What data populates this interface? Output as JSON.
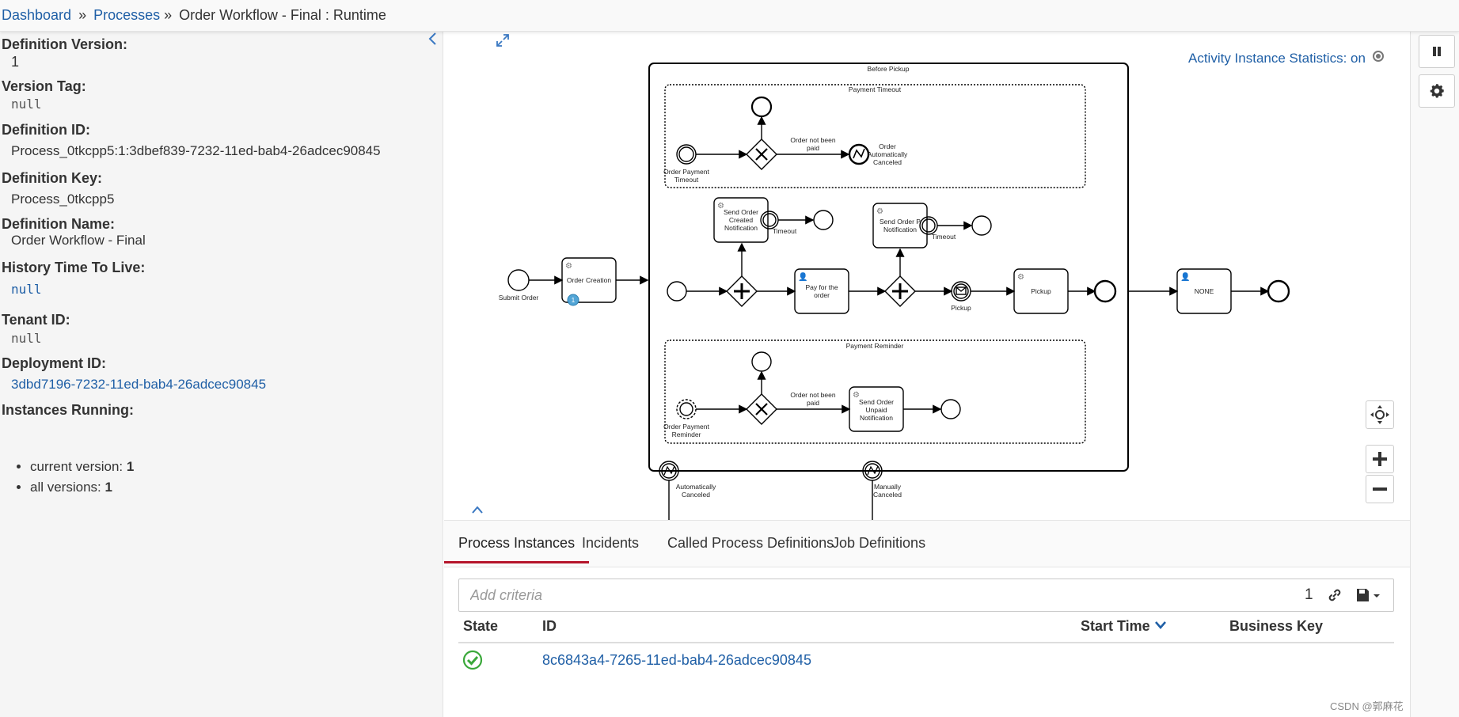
{
  "breadcrumb": {
    "dashboard": "Dashboard",
    "sep1": "»",
    "processes": "Processes",
    "sep2": "»",
    "current": "Order Workflow - Final : Runtime"
  },
  "sidebar": {
    "collapse_icon": "chevron-left-icon",
    "definition_version_label": "Definition Version:",
    "definition_version": "1",
    "version_tag_label": "Version Tag:",
    "version_tag": "null",
    "definition_id_label": "Definition ID:",
    "definition_id": "Process_0tkcpp5:1:3dbef839-7232-11ed-bab4-26adcec90845",
    "definition_key_label": "Definition Key:",
    "definition_key": "Process_0tkcpp5",
    "definition_name_label": "Definition Name:",
    "definition_name": "Order Workflow - Final",
    "history_ttl_label": "History Time To Live:",
    "history_ttl": "null",
    "tenant_id_label": "Tenant ID:",
    "tenant_id": "null",
    "deployment_id_label": "Deployment ID:",
    "deployment_id": "3dbd7196-7232-11ed-bab4-26adcec90845",
    "instances_running_label": "Instances Running:",
    "instances": [
      {
        "label": "current version:",
        "value": "1"
      },
      {
        "label": "all versions:",
        "value": "1"
      }
    ]
  },
  "diagram": {
    "stats_label": "Activity Instance Statistics:",
    "stats_value": "on",
    "labels": {
      "before_pickup": "Before Pickup",
      "payment_timeout": "Payment Timeout",
      "payment_reminder": "Payment Reminder",
      "submit_order": "Submit Order",
      "order_creation": "Order Creation",
      "badge": "1",
      "order_payment_timeout_1": "Order Payment",
      "order_payment_timeout_2": "Timeout",
      "order_not_paid_1": "Order not been",
      "order_not_paid_2": "paid",
      "order_auto_cancel_1": "Order",
      "order_auto_cancel_2": "Automatically",
      "order_auto_cancel_3": "Canceled",
      "send_created_1": "Send Order",
      "send_created_2": "Created",
      "send_created_3": "Notification",
      "timeout": "Timeout",
      "send_paid_1": "Send Order P",
      "send_paid_2": "Notification",
      "pay_1": "Pay for the",
      "pay_2": "order",
      "pickup_event": "Pickup",
      "pickup_task": "Pickup",
      "none_task": "NONE",
      "order_payment_reminder_1": "Order Payment",
      "order_payment_reminder_2": "Reminder",
      "order_not_paid2_1": "Order not been",
      "order_not_paid2_2": "paid",
      "send_unpaid_1": "Send Order",
      "send_unpaid_2": "Unpaid",
      "send_unpaid_3": "Notification",
      "auto_canceled_1": "Automatically",
      "auto_canceled_2": "Canceled",
      "manually_canceled_1": "Manually",
      "manually_canceled_2": "Canceled"
    },
    "controls": {
      "reset_icon": "crosshair-icon",
      "zoom_in_icon": "plus-icon",
      "zoom_out_icon": "minus-icon",
      "collapse_icon": "chevron-up-icon",
      "fullscreen_icon": "expand-icon"
    }
  },
  "actionbar": {
    "suspend_icon": "pause-icon",
    "settings_icon": "gear-icon"
  },
  "tabs": [
    {
      "label": "Process Instances",
      "active": true
    },
    {
      "label": "Incidents",
      "active": false
    },
    {
      "label": "Called Process Definitions",
      "active": false
    },
    {
      "label": "Job Definitions",
      "active": false
    }
  ],
  "search": {
    "placeholder": "Add criteria",
    "count": "1",
    "link_icon": "link-icon",
    "save_icon": "save-icon"
  },
  "table": {
    "columns": [
      "State",
      "ID",
      "Start Time",
      "Business Key"
    ],
    "sort_icon": "chevron-down-icon",
    "rows": [
      {
        "state_icon": "check-circle-icon",
        "id": "8c6843a4-7265-11ed-bab4-26adcec90845",
        "start_time": "",
        "business_key": ""
      }
    ]
  },
  "watermark": "CSDN @郭麻花",
  "colors": {
    "link": "#1f5fa6",
    "active_tab": "#b5152b",
    "badge": "#52a5d6",
    "success": "#3aa83a"
  }
}
